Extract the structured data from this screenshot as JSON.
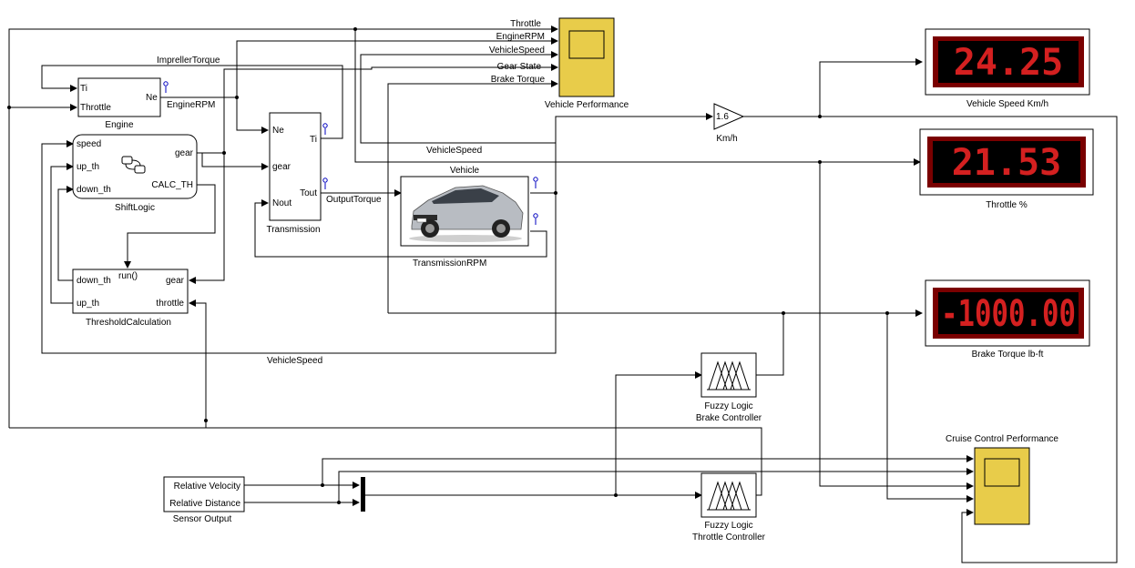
{
  "colors": {
    "scope_fill": "#e8cc4a",
    "display_bg": "#000000",
    "display_frame": "#7a0000",
    "digit": "#d42020",
    "wire": "#000000"
  },
  "signals": {
    "throttle": "Throttle",
    "engine_rpm": "EngineRPM",
    "vehicle_speed": "VehicleSpeed",
    "gear_state": "Gear State",
    "brake_torque": "Brake Torque",
    "impeller_torque": "ImprellerTorque",
    "engine_rpm_out": "EngineRPM",
    "vehicle_speed_mid": "VehicleSpeed",
    "output_torque": "OutputTorque",
    "transmission_rpm": "TransmissionRPM",
    "vehicle_speed_bottom": "VehicleSpeed"
  },
  "blocks": {
    "engine": {
      "label": "Engine",
      "port_ti": "Ti",
      "port_throttle": "Throttle",
      "port_ne": "Ne"
    },
    "shift_logic": {
      "label": "ShiftLogic",
      "port_speed": "speed",
      "port_up": "up_th",
      "port_down": "down_th",
      "port_gear": "gear",
      "port_calc": "CALC_TH"
    },
    "threshold": {
      "label": "ThresholdCalculation",
      "port_down": "down_th",
      "port_up": "up_th",
      "port_run": "run()",
      "port_gear": "gear",
      "port_throttle": "throttle"
    },
    "transmission": {
      "label": "Transmission",
      "port_ne": "Ne",
      "port_gear": "gear",
      "port_nout": "Nout",
      "port_ti": "Ti",
      "port_tout": "Tout"
    },
    "vehicle": {
      "label": "Vehicle"
    },
    "vehicle_scope": {
      "label": "Vehicle Performance"
    },
    "gain": {
      "value": "1.6",
      "label": "Km/h"
    },
    "speed_display": {
      "value": "24.25",
      "label": "Vehicle Speed Km/h"
    },
    "throttle_display": {
      "value": "21.53",
      "label": "Throttle %"
    },
    "brake_display": {
      "value": "-1000.00",
      "label": "Brake Torque lb-ft"
    },
    "fuzzy_brake": {
      "label1": "Fuzzy Logic",
      "label2": "Brake Controller"
    },
    "fuzzy_throttle": {
      "label1": "Fuzzy Logic",
      "label2": "Throttle Controller"
    },
    "cruise_scope": {
      "label": "Cruise Control Performance"
    },
    "sensor": {
      "label": "Sensor Output",
      "port_rel_vel": "Relative Velocity",
      "port_rel_dist": "Relative Distance"
    }
  }
}
